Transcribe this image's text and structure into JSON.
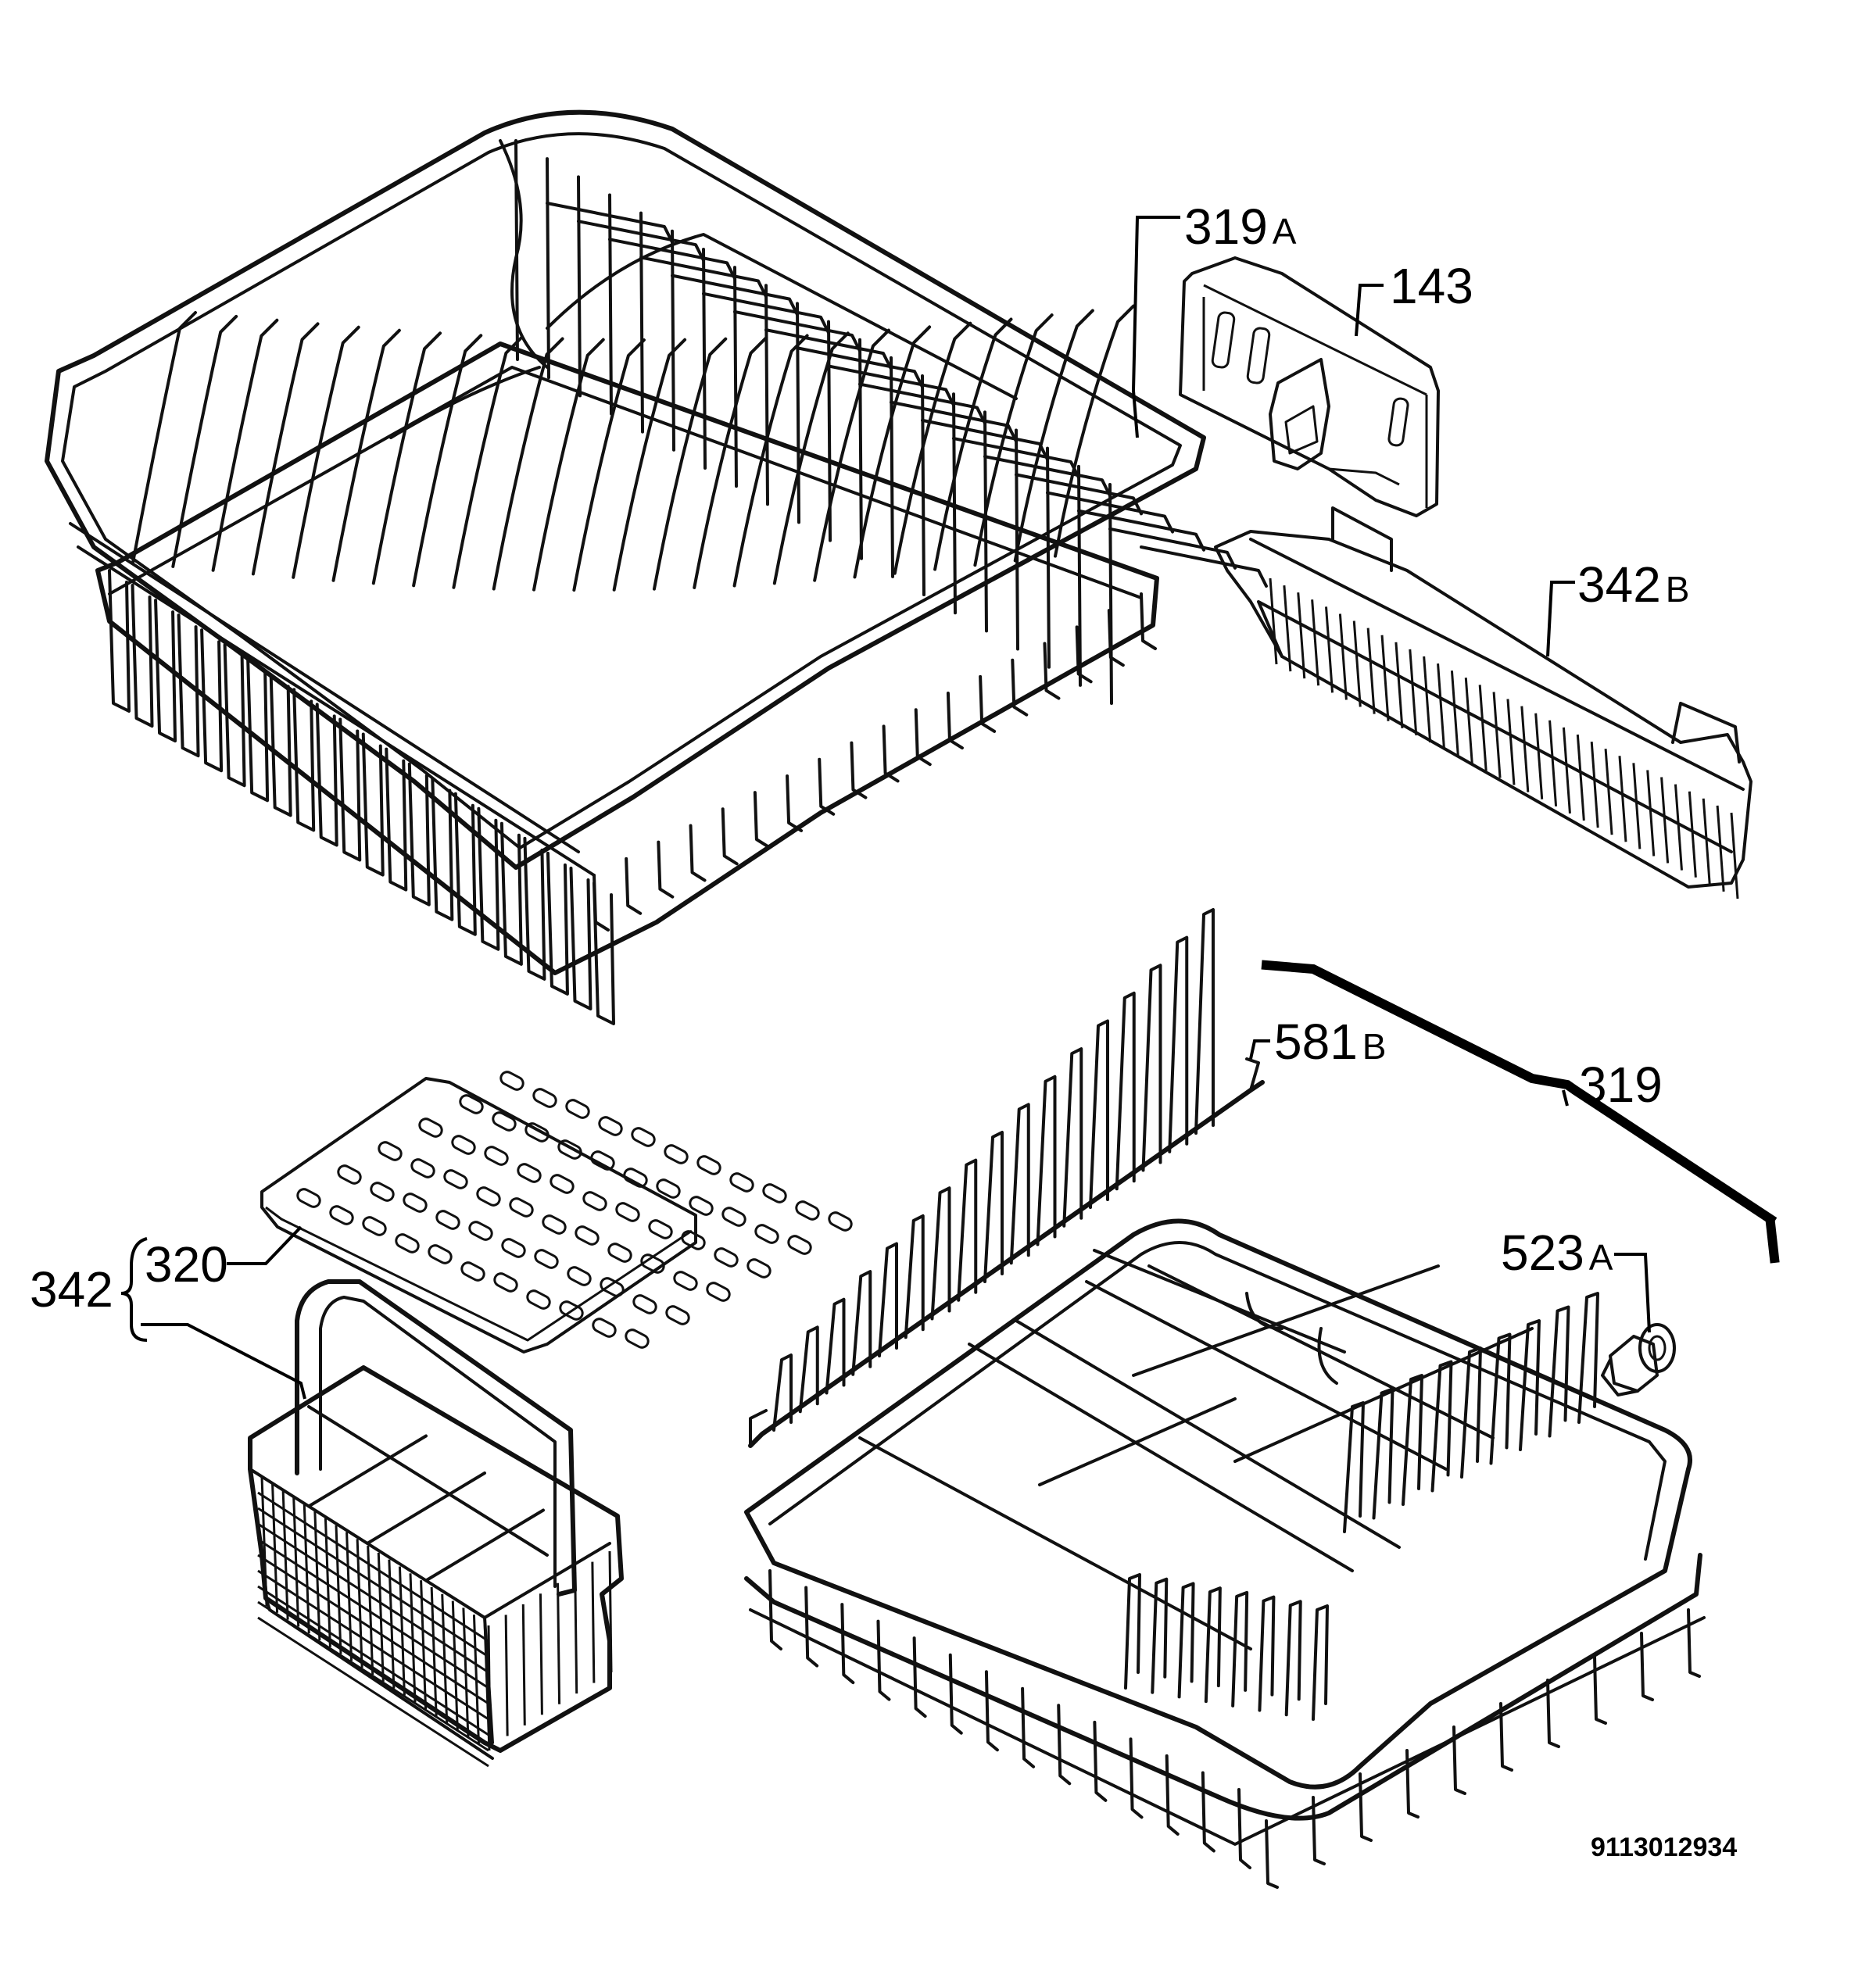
{
  "parts": {
    "p319a": {
      "num": "319",
      "suffix": "A"
    },
    "p143": {
      "num": "143",
      "suffix": ""
    },
    "p342b": {
      "num": "342",
      "suffix": "B"
    },
    "p581b": {
      "num": "581",
      "suffix": "B"
    },
    "p319": {
      "num": "319",
      "suffix": ""
    },
    "p523a": {
      "num": "523",
      "suffix": "A"
    },
    "p320": {
      "num": "320",
      "suffix": ""
    },
    "p342": {
      "num": "342",
      "suffix": ""
    }
  },
  "document_number": "9113012934"
}
